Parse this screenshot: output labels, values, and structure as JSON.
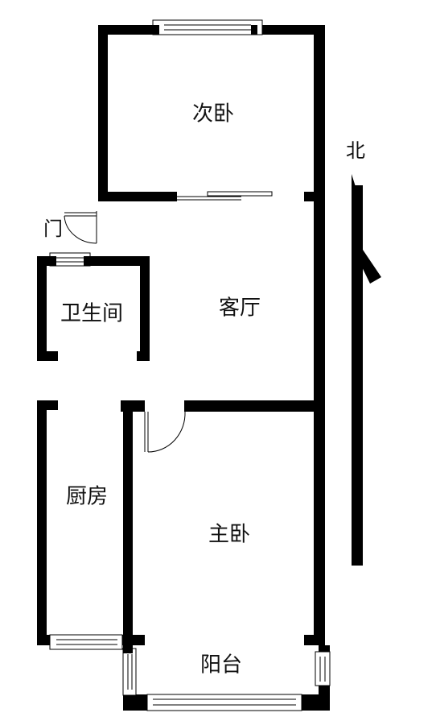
{
  "rooms": {
    "second_bedroom": "次卧",
    "living_room": "客厅",
    "bathroom": "卫生间",
    "kitchen": "厨房",
    "master_bedroom": "主卧",
    "balcony": "阳台"
  },
  "entrance_label": "门",
  "compass_label": "北"
}
